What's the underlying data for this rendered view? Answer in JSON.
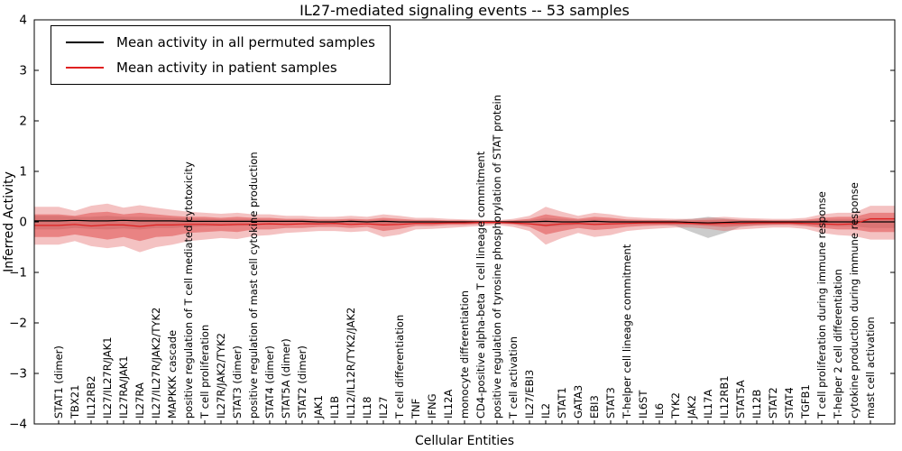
{
  "chart_data": {
    "type": "line",
    "title": "IL27-mediated signaling events -- 53 samples",
    "n_samples": 53,
    "xlabel": "Cellular Entities",
    "ylabel": "Inferred Activity",
    "ylim": [
      -4,
      4
    ],
    "xlim": [
      -1.5,
      51.5
    ],
    "grid": false,
    "legend_position": "upper left",
    "ytick_values": [
      4,
      3,
      2,
      1,
      0,
      -1,
      -2,
      -3,
      -4
    ],
    "ytick_labels": [
      "4",
      "3",
      "2",
      "1",
      "0",
      "−1",
      "−2",
      "−3",
      "−4"
    ],
    "colors": {
      "red_line": "#e02020",
      "black_line": "#000000",
      "red_band": "#e05050",
      "gray_band": "#999999",
      "frame": "#000000"
    },
    "categories": [
      "STAT1 (dimer)",
      "TBX21",
      "IL12RB2",
      "IL27/IL27R/JAK1",
      "IL27RA/JAK1",
      "IL27RA",
      "IL27/IL27R/JAK2/TYK2",
      "MAPKKK cascade",
      "positive regulation of T cell mediated cytotoxicity",
      "T cell proliferation",
      "IL27R/JAK2/TYK2",
      "STAT3 (dimer)",
      "positive regulation of mast cell cytokine production",
      "STAT4 (dimer)",
      "STAT5A (dimer)",
      "STAT2 (dimer)",
      "JAK1",
      "IL1B",
      "IL12/IL12R/TYK2/JAK2",
      "IL18",
      "IL27",
      "T cell differentiation",
      "TNF",
      "IFNG",
      "IL12A",
      "monocyte differentiation",
      "CD4-positive alpha-beta T cell lineage commitment",
      "positive regulation of tyrosine phosphorylation of STAT protein",
      "T cell activation",
      "IL27/EBI3",
      "IL2",
      "STAT1",
      "GATA3",
      "EBI3",
      "STAT3",
      "T-helper cell lineage commitment",
      "IL6ST",
      "IL6",
      "TYK2",
      "JAK2",
      "IL17A",
      "IL12RB1",
      "STAT5A",
      "IL12B",
      "STAT2",
      "STAT4",
      "TGFB1",
      "T cell proliferation during immune response",
      "T-helper 2 cell differentiation",
      "cytokine production during immune response",
      "mast cell activation"
    ],
    "series": [
      {
        "name": "Mean activity in all permuted samples",
        "color": "#000000",
        "values": [
          0.02,
          0.03,
          0.02,
          0.02,
          0.03,
          0.02,
          0.02,
          0.02,
          0.01,
          0.01,
          0.01,
          0.01,
          0.01,
          0.01,
          0.01,
          0.01,
          0,
          0,
          0.01,
          0,
          0.01,
          0,
          0,
          0,
          0,
          0,
          0,
          0,
          0,
          0,
          0.01,
          0,
          0,
          0.01,
          0,
          0,
          0,
          0,
          0,
          -0.01,
          -0.02,
          -0.01,
          0,
          0,
          0,
          0,
          0,
          0,
          0,
          0,
          0
        ],
        "band_upper": [
          0.12,
          0.1,
          0.1,
          0.12,
          0.1,
          0.1,
          0.09,
          0.08,
          0.07,
          0.06,
          0.05,
          0.05,
          0.05,
          0.04,
          0.04,
          0.04,
          0.03,
          0.03,
          0.04,
          0.03,
          0.04,
          0.03,
          0.03,
          0.03,
          0.02,
          0.02,
          0.02,
          0.02,
          0.02,
          0.03,
          0.08,
          0.06,
          0.04,
          0.05,
          0.04,
          0.03,
          0.03,
          0.03,
          0.04,
          0.06,
          0.1,
          0.07,
          0.04,
          0.03,
          0.03,
          0.03,
          0.03,
          0.04,
          0.05,
          0.05,
          0.08
        ],
        "band_lower": [
          -0.15,
          -0.12,
          -0.14,
          -0.15,
          -0.13,
          -0.15,
          -0.12,
          -0.12,
          -0.1,
          -0.09,
          -0.08,
          -0.08,
          -0.07,
          -0.06,
          -0.06,
          -0.05,
          -0.05,
          -0.05,
          -0.06,
          -0.05,
          -0.06,
          -0.05,
          -0.04,
          -0.04,
          -0.04,
          -0.03,
          -0.03,
          -0.03,
          -0.04,
          -0.05,
          -0.1,
          -0.08,
          -0.06,
          -0.07,
          -0.06,
          -0.05,
          -0.05,
          -0.05,
          -0.08,
          -0.2,
          -0.32,
          -0.22,
          -0.1,
          -0.07,
          -0.06,
          -0.05,
          -0.06,
          -0.08,
          -0.09,
          -0.09,
          -0.12
        ]
      },
      {
        "name": "Mean activity in patient samples",
        "color": "#e02020",
        "values": [
          -0.07,
          -0.05,
          -0.08,
          -0.06,
          -0.06,
          -0.09,
          -0.06,
          -0.06,
          -0.05,
          -0.05,
          -0.06,
          -0.05,
          -0.05,
          -0.04,
          -0.05,
          -0.04,
          -0.04,
          -0.03,
          -0.05,
          -0.04,
          -0.06,
          -0.05,
          -0.03,
          -0.03,
          -0.02,
          -0.02,
          -0.01,
          -0.01,
          -0.02,
          -0.04,
          -0.07,
          -0.04,
          -0.03,
          -0.05,
          -0.04,
          -0.03,
          -0.02,
          -0.02,
          -0.02,
          -0.03,
          -0.04,
          -0.03,
          -0.03,
          -0.02,
          -0.02,
          -0.02,
          -0.03,
          -0.04,
          -0.05,
          -0.04,
          0.06
        ],
        "inner_upper": [
          0.15,
          0.12,
          0.18,
          0.2,
          0.15,
          0.18,
          0.15,
          0.12,
          0.1,
          0.1,
          0.08,
          0.1,
          0.08,
          0.08,
          0.06,
          0.06,
          0.05,
          0.05,
          0.06,
          0.05,
          0.08,
          0.06,
          0.04,
          0.04,
          0.03,
          0.03,
          0.02,
          0.02,
          0.03,
          0.06,
          0.15,
          0.1,
          0.06,
          0.1,
          0.08,
          0.05,
          0.04,
          0.04,
          0.03,
          0.03,
          0.04,
          0.05,
          0.04,
          0.04,
          0.03,
          0.03,
          0.04,
          0.08,
          0.1,
          0.1,
          0.18
        ],
        "inner_lower": [
          -0.3,
          -0.25,
          -0.3,
          -0.35,
          -0.3,
          -0.38,
          -0.3,
          -0.28,
          -0.22,
          -0.2,
          -0.18,
          -0.2,
          -0.15,
          -0.15,
          -0.12,
          -0.12,
          -0.1,
          -0.1,
          -0.12,
          -0.1,
          -0.18,
          -0.14,
          -0.08,
          -0.08,
          -0.06,
          -0.06,
          -0.04,
          -0.03,
          -0.05,
          -0.1,
          -0.25,
          -0.18,
          -0.12,
          -0.16,
          -0.14,
          -0.1,
          -0.08,
          -0.07,
          -0.06,
          -0.06,
          -0.08,
          -0.1,
          -0.08,
          -0.07,
          -0.06,
          -0.06,
          -0.08,
          -0.12,
          -0.15,
          -0.15,
          -0.2
        ],
        "outer_upper": [
          0.3,
          0.22,
          0.32,
          0.36,
          0.28,
          0.33,
          0.28,
          0.24,
          0.2,
          0.18,
          0.16,
          0.18,
          0.15,
          0.15,
          0.12,
          0.12,
          0.1,
          0.1,
          0.12,
          0.1,
          0.15,
          0.12,
          0.08,
          0.08,
          0.06,
          0.05,
          0.04,
          0.03,
          0.06,
          0.12,
          0.3,
          0.2,
          0.12,
          0.18,
          0.15,
          0.1,
          0.08,
          0.07,
          0.06,
          0.06,
          0.08,
          0.1,
          0.08,
          0.07,
          0.06,
          0.06,
          0.08,
          0.15,
          0.18,
          0.18,
          0.32
        ],
        "outer_lower": [
          -0.45,
          -0.38,
          -0.48,
          -0.52,
          -0.48,
          -0.6,
          -0.5,
          -0.45,
          -0.38,
          -0.35,
          -0.32,
          -0.34,
          -0.28,
          -0.26,
          -0.22,
          -0.2,
          -0.18,
          -0.18,
          -0.2,
          -0.18,
          -0.3,
          -0.25,
          -0.15,
          -0.14,
          -0.12,
          -0.1,
          -0.08,
          -0.06,
          -0.1,
          -0.18,
          -0.45,
          -0.32,
          -0.22,
          -0.3,
          -0.26,
          -0.18,
          -0.15,
          -0.13,
          -0.11,
          -0.11,
          -0.14,
          -0.18,
          -0.15,
          -0.13,
          -0.11,
          -0.11,
          -0.14,
          -0.22,
          -0.26,
          -0.28,
          -0.35
        ]
      }
    ]
  }
}
